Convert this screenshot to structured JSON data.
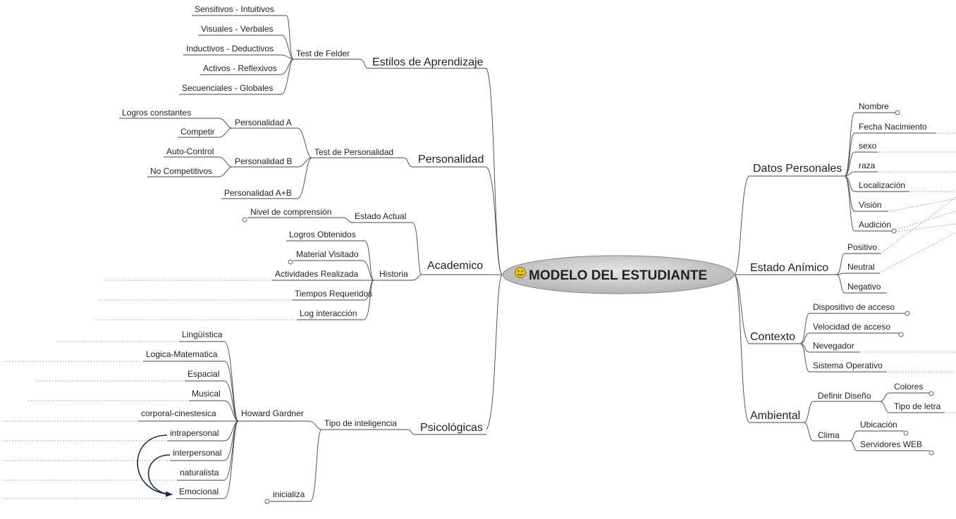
{
  "center": {
    "title": "MODELO DEL ESTUDIANTE",
    "icon": "smiley-icon"
  },
  "branches": {
    "estilos": {
      "label": "Estilos de Aprendizaje",
      "test": "Test de Felder",
      "items": [
        "Sensitivos - Intuitivos",
        "Visuales - Verbales",
        "Inductivos - Deductivos",
        "Activos - Reflexivos",
        "Secuenciales - Globales"
      ]
    },
    "personalidad": {
      "label": "Personalidad",
      "test": "Test de Personalidad",
      "a_label": "Personalidad A",
      "a_items": [
        "Logros constantes",
        "Competir"
      ],
      "b_label": "Personalidad B",
      "b_items": [
        "Auto-Control",
        "No Competitivos"
      ],
      "ab_label": "Personalidad A+B"
    },
    "academico": {
      "label": "Academico",
      "estado_actual": "Estado Actual",
      "nivel": "Nivel de comprensión",
      "historia": "Historia",
      "historia_items": [
        "Logros Obtenidos",
        "Material Visitado",
        "Actividades Realizada",
        "Tiempos Requeridos",
        "Log interacción"
      ]
    },
    "psicologicas": {
      "label": "Psicológicas",
      "tipo": "Tipo de inteligencia",
      "gardner": "Howard Gardner",
      "gardner_items": [
        "Lingüística",
        "Logica-Matematica",
        "Espacial",
        "Musical",
        "corporal-cinestesica",
        "intrapersonal",
        "interpersonal",
        "naturalista",
        "Emocional"
      ],
      "inicializa": "inicializa"
    },
    "datos": {
      "label": "Datos Personales",
      "items": [
        "Nombre",
        "Fecha Nacimiento",
        "sexo",
        "raza",
        "Localización",
        "Visión",
        "Audición"
      ]
    },
    "animo": {
      "label": "Estado Anímico",
      "items": [
        "Positivo",
        "Neutral",
        "Negativo"
      ]
    },
    "contexto": {
      "label": "Contexto",
      "items": [
        "Dispositivo de acceso",
        "Velocidad de acceso",
        "Nevegador",
        "Sistema Operativo"
      ]
    },
    "ambiental": {
      "label": "Ambiental",
      "diseno": "Definir Diseño",
      "diseno_items": [
        "Colores",
        "Tipo de letra"
      ],
      "clima": "Clima",
      "clima_items": [
        "Ubicación",
        "Servidores WEB"
      ]
    }
  },
  "colors": {
    "center_fill": "#c8c8c8",
    "line": "#555555",
    "arrow": "#1a2a55",
    "icon": "#f2c21b"
  }
}
